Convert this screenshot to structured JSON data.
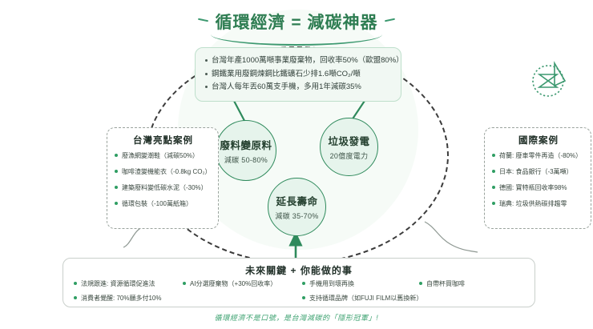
{
  "title": {
    "text": "循環經濟 = 減碳神器"
  },
  "facts": {
    "items": [
      "台灣年產1000萬噸事業廢棄物，回收率50%（歐盟80%）",
      "鋼鐵業用廢鋼煉鋼比鐵礦石少排1.6噸CO₂/噸",
      "台灣人每年丟60萬支手機，多用1年減碳35%"
    ]
  },
  "nodes": [
    {
      "name": "廢料變原料",
      "value": "減碳 50-80%"
    },
    {
      "name": "垃圾發電",
      "value": "20億度電力"
    },
    {
      "name": "延長壽命",
      "value": "減碳 35-70%"
    }
  ],
  "panel_left": {
    "title": "台灣亮點案例",
    "items": [
      "廢漁網變潮鞋（減碳50%）",
      "咖啡渣變機能衣（-0.8kg CO₂）",
      "建築廢料變低碳水泥（-30%）",
      "循環包裝（-100萬紙箱）"
    ]
  },
  "panel_right": {
    "title": "國際案例",
    "items": [
      "荷蘭: 廢車零件再造（-80%）",
      "日本: 食品銀行（-3萬噸）",
      "德國: 寶特瓶回收率98%",
      "瑞典: 垃圾供熱碳排趨零"
    ]
  },
  "bottom": {
    "title": "未來關鍵 + 你能做的事",
    "col1": [
      "法規跟進: 資源循環促進法",
      "消費者覺醒: 70%願多付10%"
    ],
    "col2": [
      "AI分選廢棄物（+30%回收率）"
    ],
    "col3": [
      "手機用到壞再換",
      "支持循環品牌（如FUJI FILM以舊換新）"
    ],
    "col4": [
      "自帶杯買咖啡"
    ]
  },
  "footer": {
    "text": "循環經濟不是口號，是台灣減碳的「隱形冠軍」!"
  },
  "colors": {
    "brand_green": "#2f8a5c",
    "title_green": "#2e7d52",
    "node_fill": "#e6f4ec",
    "fact_fill": "#f1f8f3",
    "footer_green": "#3fa372",
    "dash_gray": "#9aa39d"
  }
}
